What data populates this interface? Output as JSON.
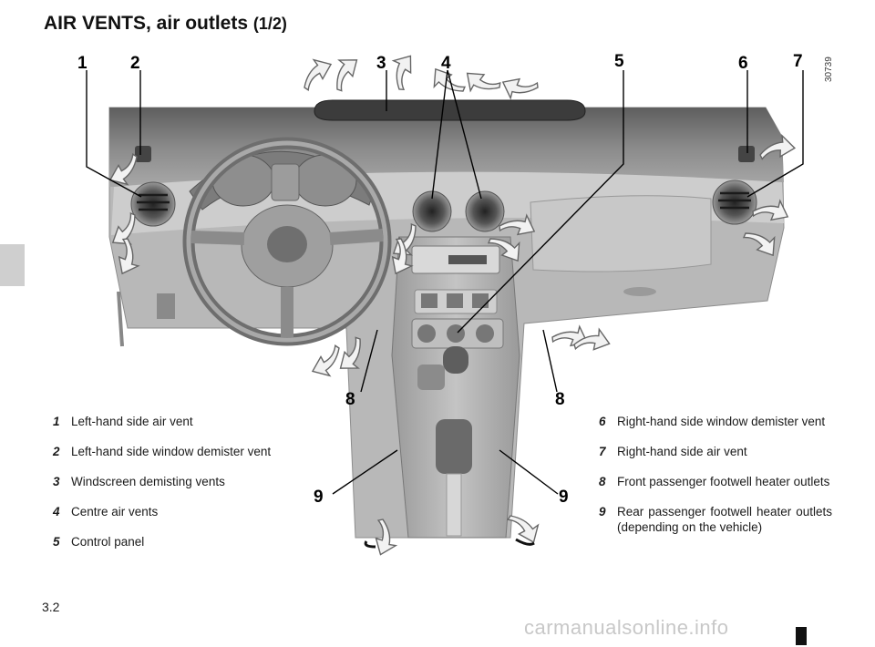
{
  "title": {
    "main": "AIR VENTS, air outlets",
    "part": "(1/2)"
  },
  "figure": {
    "reference": "30739",
    "callouts": [
      "1",
      "2",
      "3",
      "4",
      "5",
      "6",
      "7",
      "8",
      "8",
      "9",
      "9"
    ]
  },
  "legend_left": [
    {
      "num": "1",
      "text": "Left-hand side air vent"
    },
    {
      "num": "2",
      "text": "Left-hand side window demister vent"
    },
    {
      "num": "3",
      "text": "Windscreen demisting vents"
    },
    {
      "num": "4",
      "text": "Centre air vents"
    },
    {
      "num": "5",
      "text": "Control panel"
    }
  ],
  "legend_right": [
    {
      "num": "6",
      "text": "Right-hand side window demister vent"
    },
    {
      "num": "7",
      "text": "Right-hand side air vent"
    },
    {
      "num": "8",
      "text": "Front passenger footwell heater outlets"
    },
    {
      "num": "9",
      "text": "Rear passenger footwell heater outlets (depending on the vehicle)"
    }
  ],
  "page_number": "3.2",
  "watermark": "carmanualsonline.info"
}
